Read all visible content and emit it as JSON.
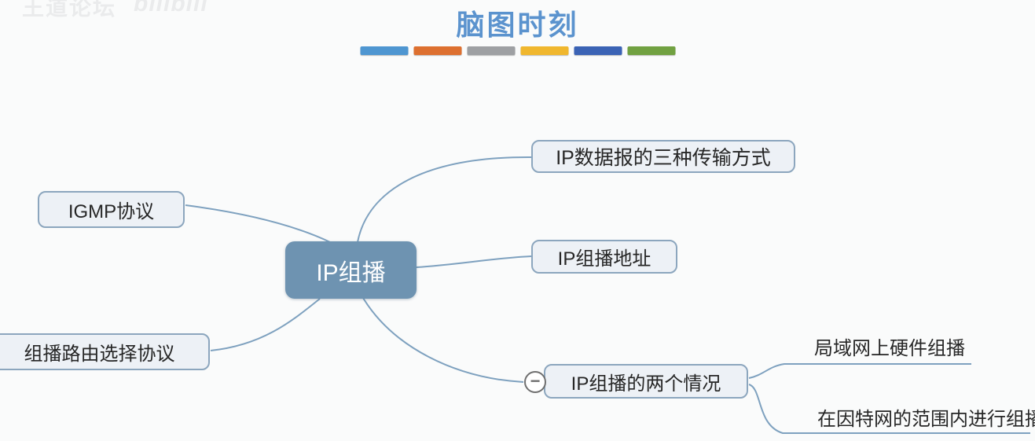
{
  "watermark": {
    "site_name": "王道论坛",
    "logo_text": "bilibili"
  },
  "header": {
    "title": "脑图时刻"
  },
  "divider": {
    "colors": [
      "#4e96d1",
      "#dd7030",
      "#9ea0a3",
      "#f0b72e",
      "#3b63b5",
      "#71a141"
    ]
  },
  "mindmap": {
    "root": {
      "label": "IP组播"
    },
    "branches": [
      {
        "id": "igmp",
        "label": "IGMP协议"
      },
      {
        "id": "routing",
        "label": "组播路由选择协议"
      },
      {
        "id": "transmission",
        "label": "IP数据报的三种传输方式"
      },
      {
        "id": "address",
        "label": "IP组播地址"
      },
      {
        "id": "two-cases",
        "label": "IP组播的两个情况",
        "collapse_icon": "minus-circle-icon",
        "collapse_symbol": "−",
        "children": [
          {
            "label": "局域网上硬件组播"
          },
          {
            "label": "在因特网的范围内进行组播"
          }
        ]
      }
    ]
  },
  "theme": {
    "bg_color": "#fafbfb",
    "title_color": "#5b93ce",
    "root_fill": "#6e93b1",
    "root_text": "#ffffff",
    "box_fill": "#edf1f6",
    "box_border": "#8ca6be",
    "line_color": "#7ea1bf",
    "text_color": "#262626",
    "collapse_border": "#6f6f6f"
  }
}
